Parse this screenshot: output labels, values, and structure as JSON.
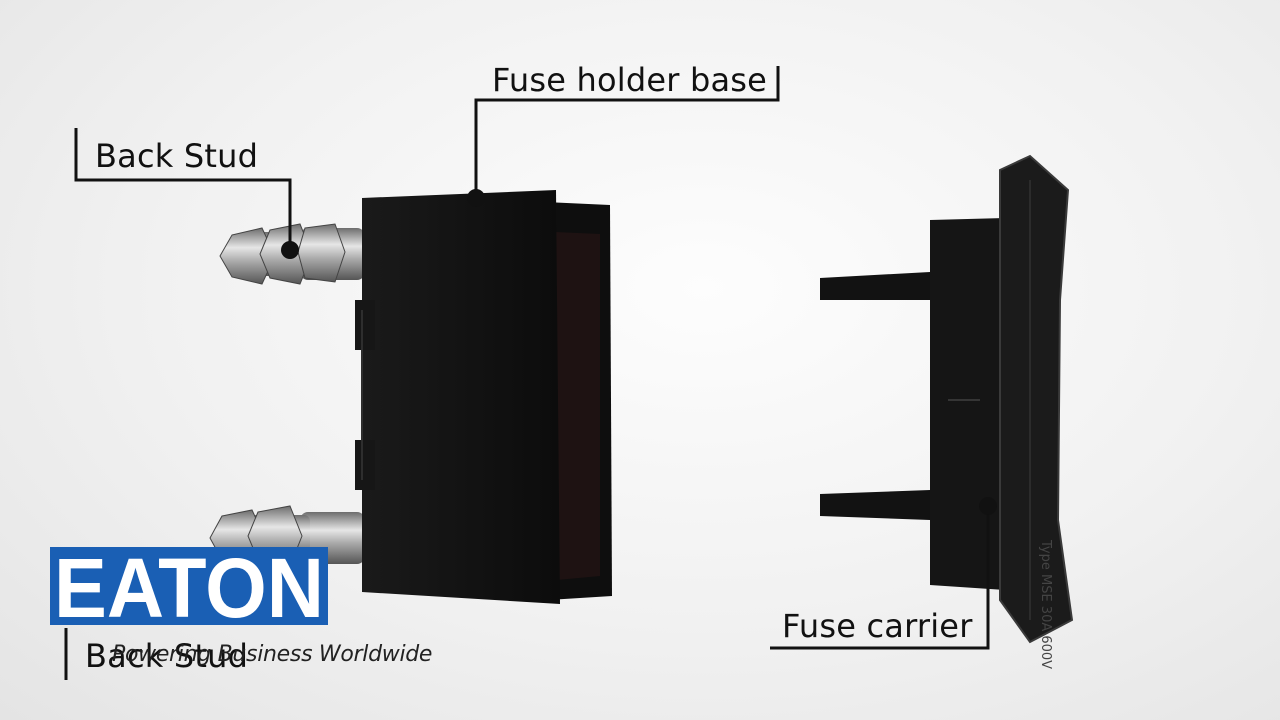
{
  "labels": {
    "fuse_holder_base": "Fuse holder base",
    "back_stud": "Back Stud",
    "fuse_carrier": "Fuse carrier",
    "back_stud_lower": "Back Stud"
  },
  "brand": {
    "logo_text": "EATON",
    "tagline": "Powering Business Worldwide",
    "color": "#1a5fb4"
  },
  "carrier_marking": "Type MSE 30A 600V"
}
